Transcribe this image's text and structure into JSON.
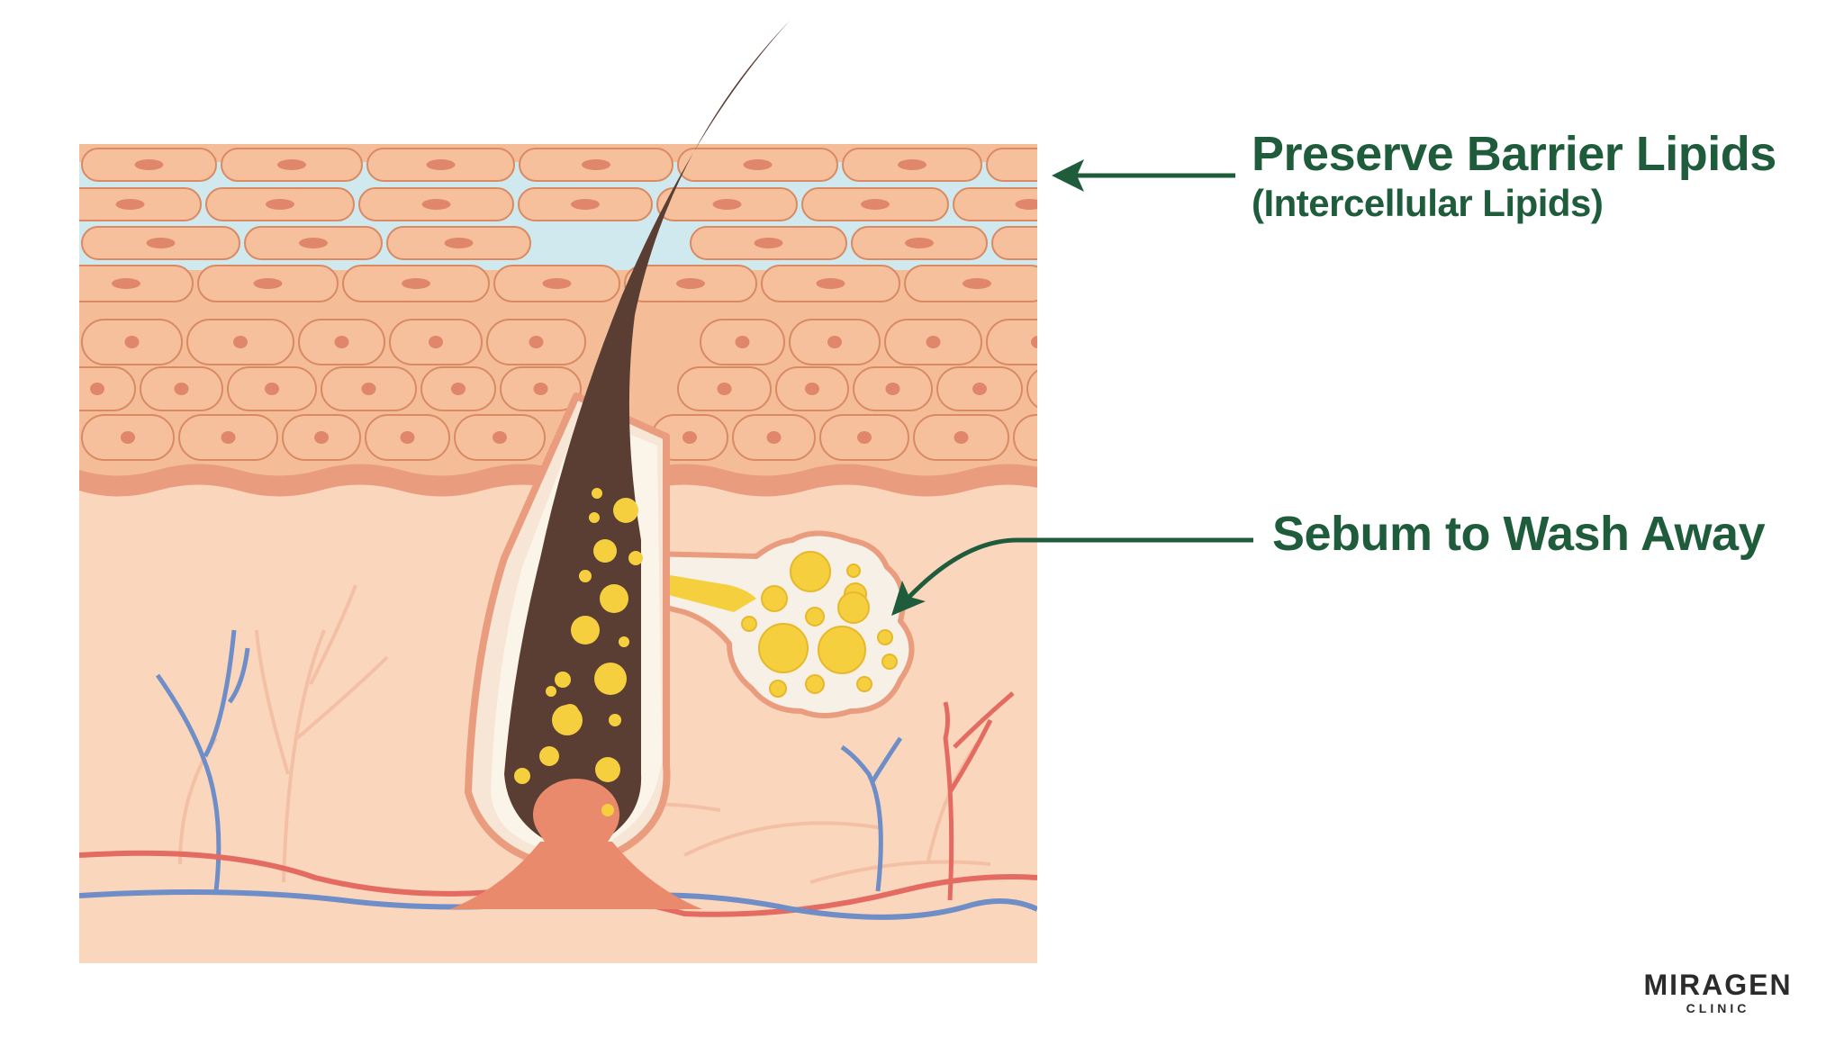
{
  "labels": {
    "barrier_title": "Preserve Barrier Lipids",
    "barrier_subtitle": "(Intercellular Lipids)",
    "sebum": "Sebum to Wash Away"
  },
  "logo": {
    "name": "MIRAGEN",
    "tagline": "CLINIC"
  },
  "colors": {
    "label_text": "#1f5c3c",
    "arrow": "#1f5c3c",
    "cell_fill": "#f6c09c",
    "cell_stroke": "#d98a63",
    "cell_nucleus": "#e0866a",
    "lipid": "#cfe9ee",
    "dermis": "#fad6bd",
    "hair": "#5a3e33",
    "sebum": "#f6cf3e",
    "artery": "#e36b62",
    "vein": "#6f8ec7"
  }
}
